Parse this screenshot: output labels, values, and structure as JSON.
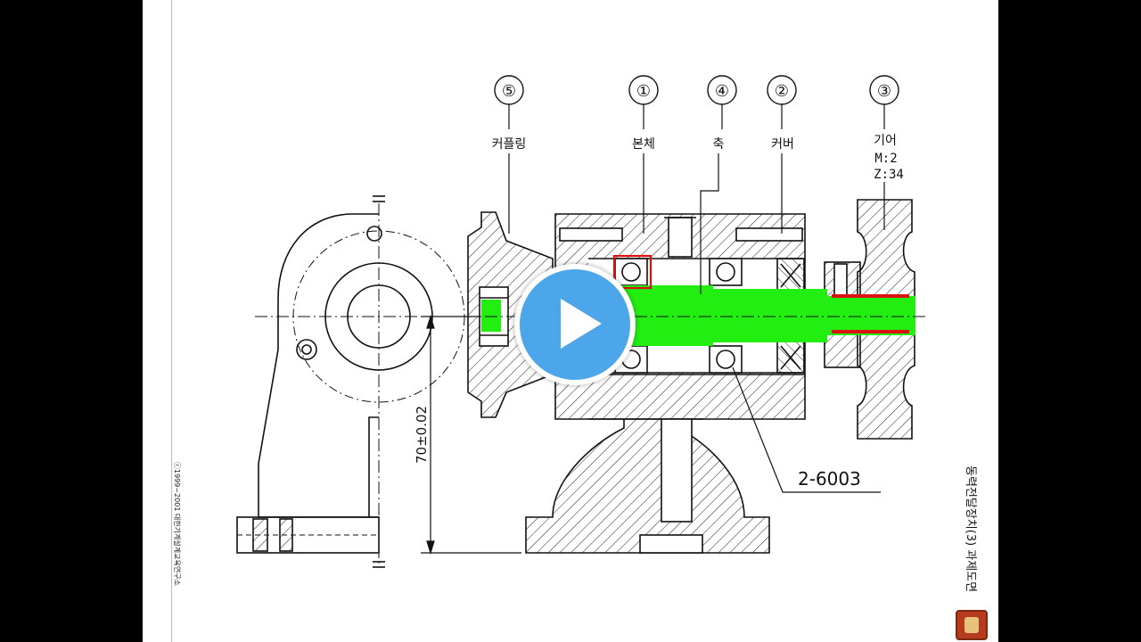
{
  "parts": [
    {
      "number": "⑤",
      "label": "커플링"
    },
    {
      "number": "①",
      "label": "본체"
    },
    {
      "number": "④",
      "label": "축"
    },
    {
      "number": "②",
      "label": "커버"
    },
    {
      "number": "③",
      "label": "기어"
    }
  ],
  "gear_spec": {
    "module": "M:2",
    "teeth": "Z:34"
  },
  "bearing_callout": "2-6003",
  "dimension": "70±0.02",
  "title_vertical": "동력전달장치(3) 과제도면",
  "copyright_vertical": "ⓒ1999~2001 대한기계설계교육연구소",
  "colors": {
    "highlight_green": "#22ee11",
    "play_blue": "#4ea6ea",
    "mark_red": "#dd1111"
  },
  "icons": {
    "play": "play-icon",
    "logo": "logo-icon"
  }
}
